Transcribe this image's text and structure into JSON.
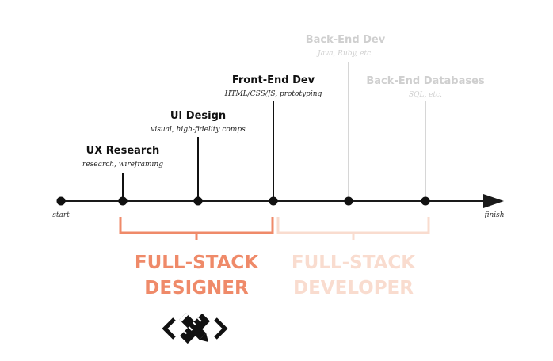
{
  "timeline": {
    "start_label": "start",
    "finish_label": "finish",
    "colors": {
      "line": "#1a1a1a",
      "faded": "#d6d6d6",
      "faded_text": "#cfcfcf",
      "designer": "#ef8a69",
      "developer": "#f9dccf"
    }
  },
  "milestones": [
    {
      "title": "UX Research",
      "subtitle": "research, wireframing"
    },
    {
      "title": "UI Design",
      "subtitle": "visual, high-fidelity comps"
    },
    {
      "title": "Front-End Dev",
      "subtitle": "HTML/CSS/JS, prototyping"
    },
    {
      "title": "Back-End Dev",
      "subtitle": "Java, Ruby, etc."
    },
    {
      "title": "Back-End Databases",
      "subtitle": "SQL, etc."
    }
  ],
  "groups": [
    {
      "line1": "FULL-STACK",
      "line2": "DESIGNER"
    },
    {
      "line1": "FULL-STACK",
      "line2": "DEVELOPER"
    }
  ],
  "logo": {
    "icon": "pencil-ruler-code-icon"
  }
}
